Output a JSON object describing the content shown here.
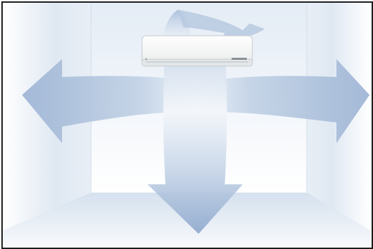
{
  "illustration": {
    "subject": "wall-mounted-air-conditioner",
    "airflow_directions": [
      "left",
      "right",
      "up",
      "down"
    ]
  },
  "colors": {
    "wall": "#e9eff6",
    "wall_shadow": "#d3dfee",
    "arrow": "#9fb6d6",
    "arrow_light": "#dbe6f3",
    "unit_body": "#f3f4f4",
    "unit_shadow": "#c9cccf",
    "frame": "#1a1a1a"
  }
}
